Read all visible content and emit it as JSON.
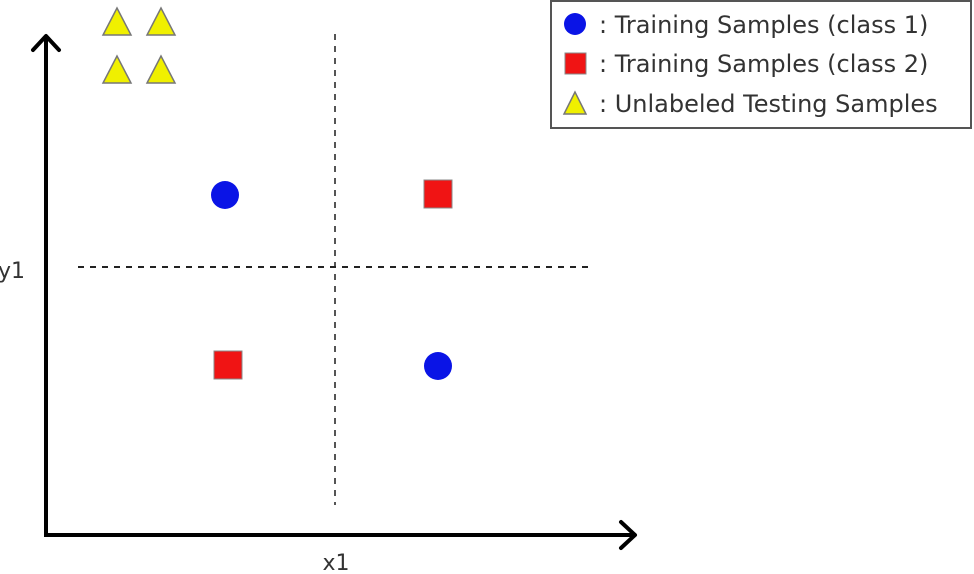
{
  "axes": {
    "x_label": "x1",
    "y_label": "y1"
  },
  "legend": {
    "items": [
      {
        "symbol": "circle",
        "color": "#0a14e6",
        "label": ": Training Samples (class 1)"
      },
      {
        "symbol": "square",
        "color": "#f01414",
        "label": ": Training Samples (class 2)"
      },
      {
        "symbol": "triangle",
        "color": "#f0f000",
        "label": ": Unlabeled Testing Samples"
      }
    ]
  },
  "colors": {
    "class1": "#0a14e6",
    "class2": "#f01414",
    "unlabeled": "#f0f000",
    "axis": "#000000",
    "divider": "#555555"
  },
  "samples": {
    "class1": [
      "top-left",
      "bottom-right"
    ],
    "class2": [
      "top-right",
      "bottom-left"
    ],
    "unlabeled_count": 4
  }
}
